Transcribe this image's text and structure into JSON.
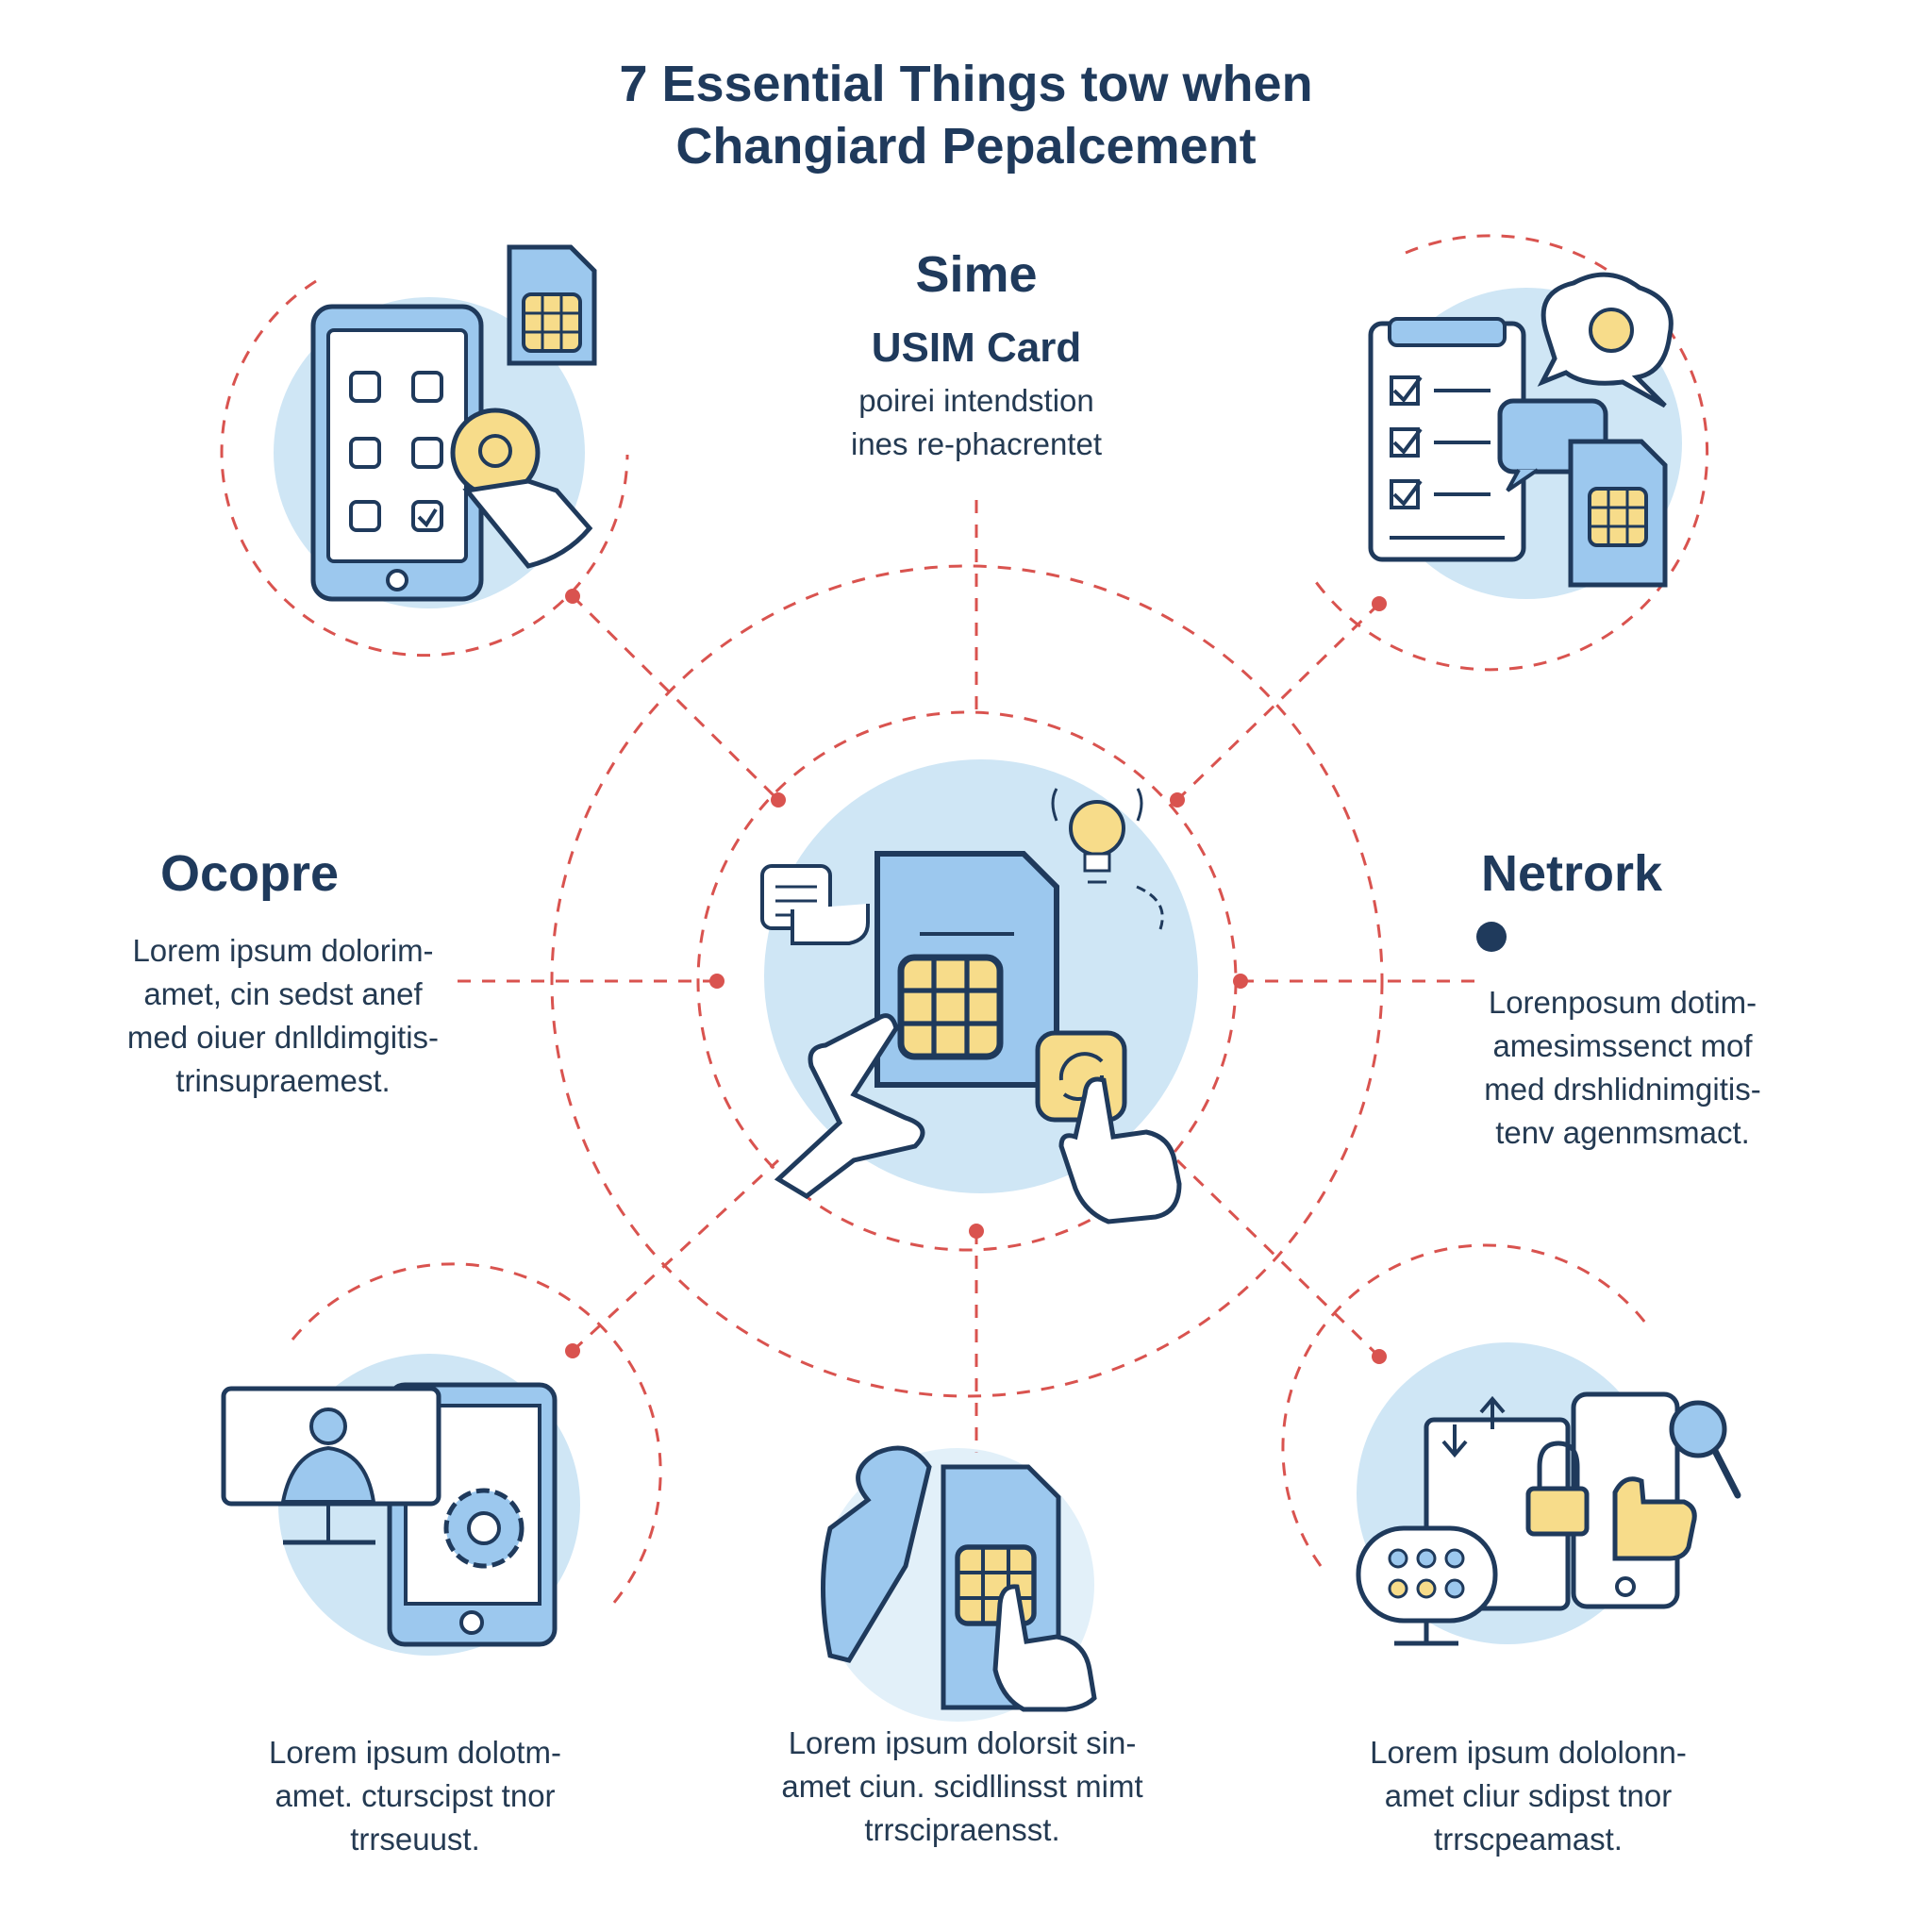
{
  "title": {
    "line1": "7 Essential Things tow when",
    "line2": "Changiard Pepalcement"
  },
  "top": {
    "heading": "Sime",
    "subheading": "USIM Card",
    "lines": [
      "poirei intendstion",
      "ines re-phacrentet"
    ]
  },
  "left": {
    "heading": "Ocopre",
    "lines": [
      "Lorem ipsum dolorim-",
      "amet, cin sedst anef",
      "med oiuer dnlldimgitis-",
      "trinsupraemest."
    ]
  },
  "right": {
    "heading": "Netrork",
    "lines": [
      "Lorenposum dotim-",
      "amesimssenct mof",
      "med drshlidnimgitis-",
      "tenv agenmsmact."
    ]
  },
  "bottom_left": {
    "lines": [
      "Lorem ipsum dolotm-",
      "amet. cturscipst tnor",
      "trrseuust."
    ]
  },
  "bottom_center": {
    "lines": [
      "Lorem ipsum dolorsit sin-",
      "amet ciun. scidllinsst mimt",
      "trrscipraensst."
    ]
  },
  "bottom_right": {
    "lines": [
      "Lorem ipsum dololonn-",
      "amet cliur sdipst tnor",
      "trrscpeamast."
    ]
  },
  "colors": {
    "navy": "#1f3a5c",
    "dashed_red": "#d9534f",
    "light_blue": "#cfe6f5",
    "icon_blue": "#9cc8ee",
    "chip_yellow": "#f7dc8a"
  },
  "icons": [
    "smartphone-icon",
    "sim-card-icon",
    "checklist-icon",
    "chat-bubble-icon",
    "lightbulb-icon",
    "hand-pointer-icon",
    "video-call-icon",
    "gear-icon",
    "padlock-icon",
    "magnifier-icon",
    "thumbs-up-icon",
    "keypad-icon"
  ]
}
